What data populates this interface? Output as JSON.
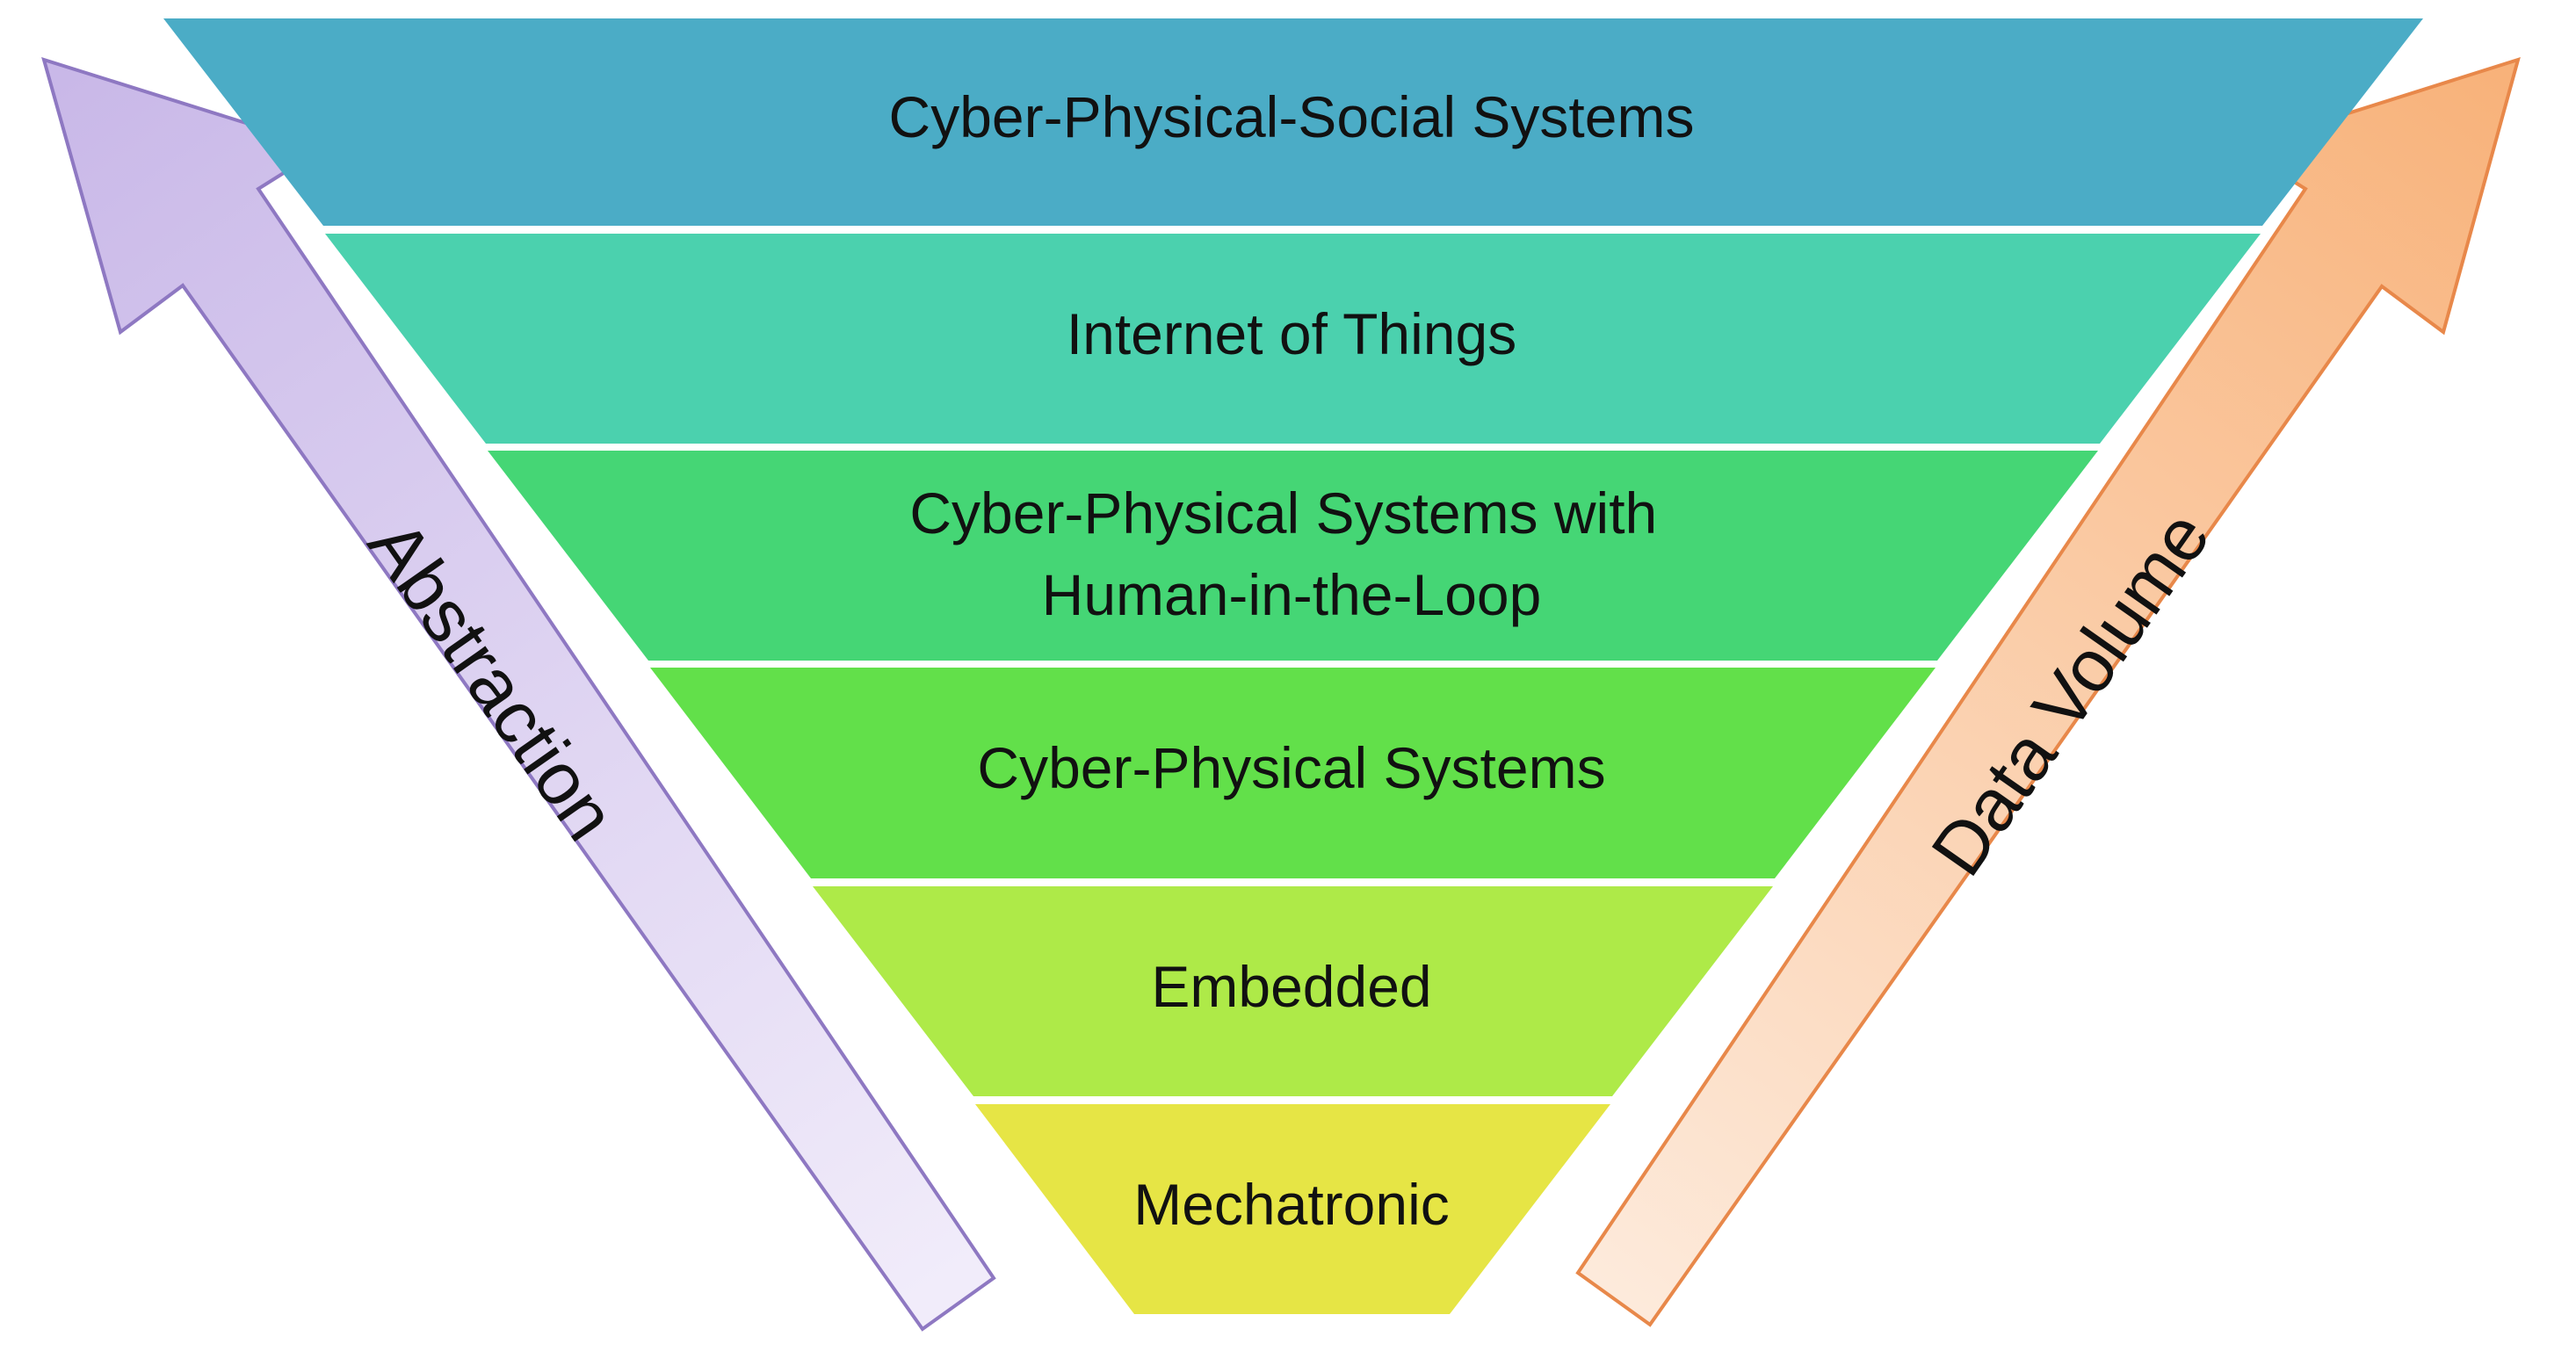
{
  "diagram": {
    "layers": [
      {
        "lines": [
          "Cyber-Physical-Social Systems"
        ],
        "color": "#4BACC6"
      },
      {
        "lines": [
          "Internet of Things"
        ],
        "color": "#4BD1AE"
      },
      {
        "lines": [
          "Cyber-Physical Systems with",
          "Human-in-the-Loop"
        ],
        "color": "#45D675"
      },
      {
        "lines": [
          "Cyber-Physical Systems"
        ],
        "color": "#62E04A"
      },
      {
        "lines": [
          "Embedded"
        ],
        "color": "#AEEA48"
      },
      {
        "lines": [
          "Mechatronic"
        ],
        "color": "#E6E545"
      }
    ],
    "left_arrow": {
      "label": "Abstraction",
      "fill_top": "#C9B8E8",
      "fill_bottom": "#F1ECFA",
      "stroke": "#8E78C2"
    },
    "right_arrow": {
      "label": "Data Volume",
      "fill_top": "#F8B27A",
      "fill_bottom": "#FDEADB",
      "stroke": "#E8884A"
    }
  }
}
